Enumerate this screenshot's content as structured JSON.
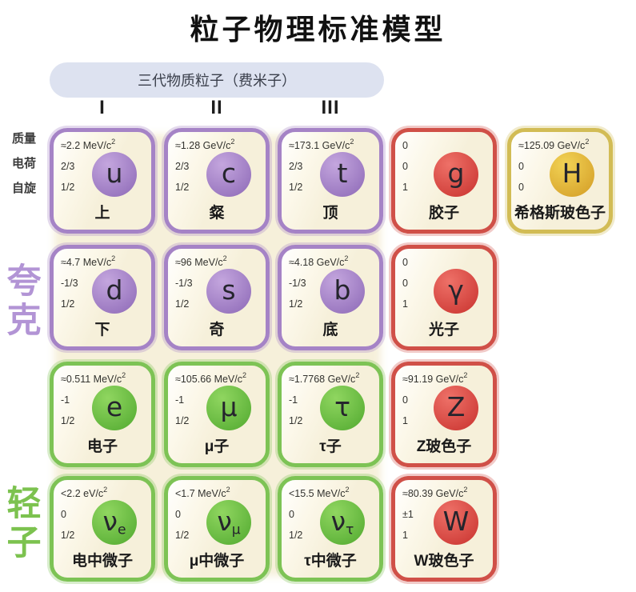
{
  "title": "粒子物理标准模型",
  "header": {
    "pill_label": "三代物质粒子（费米子）",
    "generations": [
      "I",
      "II",
      "III"
    ]
  },
  "property_labels": {
    "mass": "质量",
    "charge": "电荷",
    "spin": "自旋"
  },
  "group_labels": {
    "quarks": "夸克",
    "leptons": "轻子"
  },
  "colors": {
    "quark_border": "#a583c6",
    "quark_circle_top": "#c4a6de",
    "quark_circle_bottom": "#9673bd",
    "lepton_border": "#7dc355",
    "lepton_circle_top": "#90d660",
    "lepton_circle_bottom": "#5cb138",
    "boson_border": "#d05048",
    "boson_circle_top": "#ee7168",
    "boson_circle_bottom": "#cf3d38",
    "higgs_border": "#d2bc55",
    "higgs_circle_top": "#f2d355",
    "higgs_circle_bottom": "#d8a52d",
    "pill_bg": "#dde2f0",
    "cell_cream": "#f6f0da"
  },
  "particles": [
    {
      "id": "up",
      "category": "quark",
      "row": 1,
      "col": 1,
      "mass": "≈2.2 MeV/c",
      "mass_sup": "2",
      "charge": "2/3",
      "spin": "1/2",
      "symbol": "u",
      "symbol_sub": "",
      "name": "上"
    },
    {
      "id": "charm",
      "category": "quark",
      "row": 1,
      "col": 2,
      "mass": "≈1.28 GeV/c",
      "mass_sup": "2",
      "charge": "2/3",
      "spin": "1/2",
      "symbol": "c",
      "symbol_sub": "",
      "name": "粲"
    },
    {
      "id": "top",
      "category": "quark",
      "row": 1,
      "col": 3,
      "mass": "≈173.1 GeV/c",
      "mass_sup": "2",
      "charge": "2/3",
      "spin": "1/2",
      "symbol": "t",
      "symbol_sub": "",
      "name": "顶"
    },
    {
      "id": "gluon",
      "category": "boson",
      "row": 1,
      "col": 4,
      "mass": "0",
      "mass_sup": "",
      "charge": "0",
      "spin": "1",
      "symbol": "g",
      "symbol_sub": "",
      "name": "胶子"
    },
    {
      "id": "higgs",
      "category": "higgs",
      "row": 1,
      "col": 5,
      "mass": "≈125.09 GeV/c",
      "mass_sup": "2",
      "charge": "0",
      "spin": "0",
      "symbol": "H",
      "symbol_sub": "",
      "name": "希格斯玻色子"
    },
    {
      "id": "down",
      "category": "quark",
      "row": 2,
      "col": 1,
      "mass": "≈4.7 MeV/c",
      "mass_sup": "2",
      "charge": "-1/3",
      "spin": "1/2",
      "symbol": "d",
      "symbol_sub": "",
      "name": "下"
    },
    {
      "id": "strange",
      "category": "quark",
      "row": 2,
      "col": 2,
      "mass": "≈96 MeV/c",
      "mass_sup": "2",
      "charge": "-1/3",
      "spin": "1/2",
      "symbol": "s",
      "symbol_sub": "",
      "name": "奇"
    },
    {
      "id": "bottom",
      "category": "quark",
      "row": 2,
      "col": 3,
      "mass": "≈4.18 GeV/c",
      "mass_sup": "2",
      "charge": "-1/3",
      "spin": "1/2",
      "symbol": "b",
      "symbol_sub": "",
      "name": "底"
    },
    {
      "id": "photon",
      "category": "boson",
      "row": 2,
      "col": 4,
      "mass": "0",
      "mass_sup": "",
      "charge": "0",
      "spin": "1",
      "symbol": "γ",
      "symbol_sub": "",
      "name": "光子"
    },
    {
      "id": "electron",
      "category": "lepton",
      "row": 3,
      "col": 1,
      "mass": "≈0.511 MeV/c",
      "mass_sup": "2",
      "charge": "-1",
      "spin": "1/2",
      "symbol": "e",
      "symbol_sub": "",
      "name": "电子"
    },
    {
      "id": "muon",
      "category": "lepton",
      "row": 3,
      "col": 2,
      "mass": "≈105.66 MeV/c",
      "mass_sup": "2",
      "charge": "-1",
      "spin": "1/2",
      "symbol": "μ",
      "symbol_sub": "",
      "name": "μ子"
    },
    {
      "id": "tau",
      "category": "lepton",
      "row": 3,
      "col": 3,
      "mass": "≈1.7768 GeV/c",
      "mass_sup": "2",
      "charge": "-1",
      "spin": "1/2",
      "symbol": "τ",
      "symbol_sub": "",
      "name": "τ子"
    },
    {
      "id": "z-boson",
      "category": "boson",
      "row": 3,
      "col": 4,
      "mass": "≈91.19 GeV/c",
      "mass_sup": "2",
      "charge": "0",
      "spin": "1",
      "symbol": "Z",
      "symbol_sub": "",
      "name": "Z玻色子"
    },
    {
      "id": "electron-neutrino",
      "category": "lepton",
      "row": 4,
      "col": 1,
      "mass": "<2.2 eV/c",
      "mass_sup": "2",
      "charge": "0",
      "spin": "1/2",
      "symbol": "ν",
      "symbol_sub": "e",
      "name": "电中微子"
    },
    {
      "id": "muon-neutrino",
      "category": "lepton",
      "row": 4,
      "col": 2,
      "mass": "<1.7 MeV/c",
      "mass_sup": "2",
      "charge": "0",
      "spin": "1/2",
      "symbol": "ν",
      "symbol_sub": "μ",
      "name": "μ中微子"
    },
    {
      "id": "tau-neutrino",
      "category": "lepton",
      "row": 4,
      "col": 3,
      "mass": "<15.5 MeV/c",
      "mass_sup": "2",
      "charge": "0",
      "spin": "1/2",
      "symbol": "ν",
      "symbol_sub": "τ",
      "name": "τ中微子"
    },
    {
      "id": "w-boson",
      "category": "boson",
      "row": 4,
      "col": 4,
      "mass": "≈80.39 GeV/c",
      "mass_sup": "2",
      "charge": "±1",
      "spin": "1",
      "symbol": "W",
      "symbol_sub": "",
      "name": "W玻色子"
    }
  ]
}
